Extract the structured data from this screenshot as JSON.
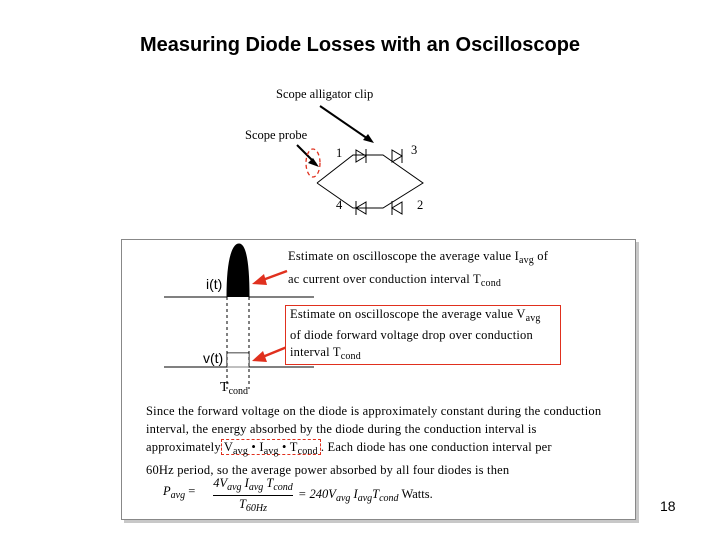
{
  "title": "Measuring Diode Losses with an Oscilloscope",
  "labels": {
    "alligator_clip": "Scope alligator clip",
    "probe": "Scope probe",
    "diode_1": "1",
    "diode_2": "2",
    "diode_3": "3",
    "diode_4": "4",
    "current": "i(t)",
    "voltage": "v(t)"
  },
  "annotations": {
    "current_line1": "Estimate on oscilloscope the average value I",
    "current_line1_sub": "avg",
    "current_line1_tail": " of",
    "current_line2": "ac current over conduction interval T",
    "current_line2_sub": "cond",
    "voltage_line1": "Estimate on oscilloscope the average value V",
    "voltage_line1_sub": "avg",
    "voltage_line2": "of diode forward voltage drop over conduction",
    "voltage_line3": "interval T",
    "voltage_line3_sub": "cond"
  },
  "tcond": {
    "main": "T",
    "sub": "cond"
  },
  "paragraph": {
    "line1": "Since the forward voltage on the diode is approximately constant during the conduction",
    "line2": "interval, the energy absorbed by the diode during the conduction interval is",
    "line3_a": "approximately",
    "boxed_v": "V",
    "boxed_v_sub": "avg",
    "boxed_dot1": " • I",
    "boxed_i_sub": "avg",
    "boxed_dot2": " • T",
    "boxed_t_sub": "cond",
    "line3_b": ".  Each diode has one conduction interval per",
    "line4": "60Hz period, so the average power absorbed by all four diodes is then"
  },
  "formula": {
    "lhs": "P",
    "lhs_sub": "avg",
    "equals": "=",
    "num": "4V",
    "num_sub1": "avg",
    "num_i": " I",
    "num_sub2": "avg",
    "num_t": " T",
    "num_sub3": "cond",
    "den": "T",
    "den_sub": "60Hz",
    "rhs_eq": "= 240V",
    "rhs_sub1": "avg",
    "rhs_i": " I",
    "rhs_sub2": "avg",
    "rhs_t": "T",
    "rhs_sub3": "cond",
    "rhs_tail": "  Watts."
  },
  "page_number": "18",
  "colors": {
    "highlight": "#e0301e",
    "ink": "#000000"
  }
}
